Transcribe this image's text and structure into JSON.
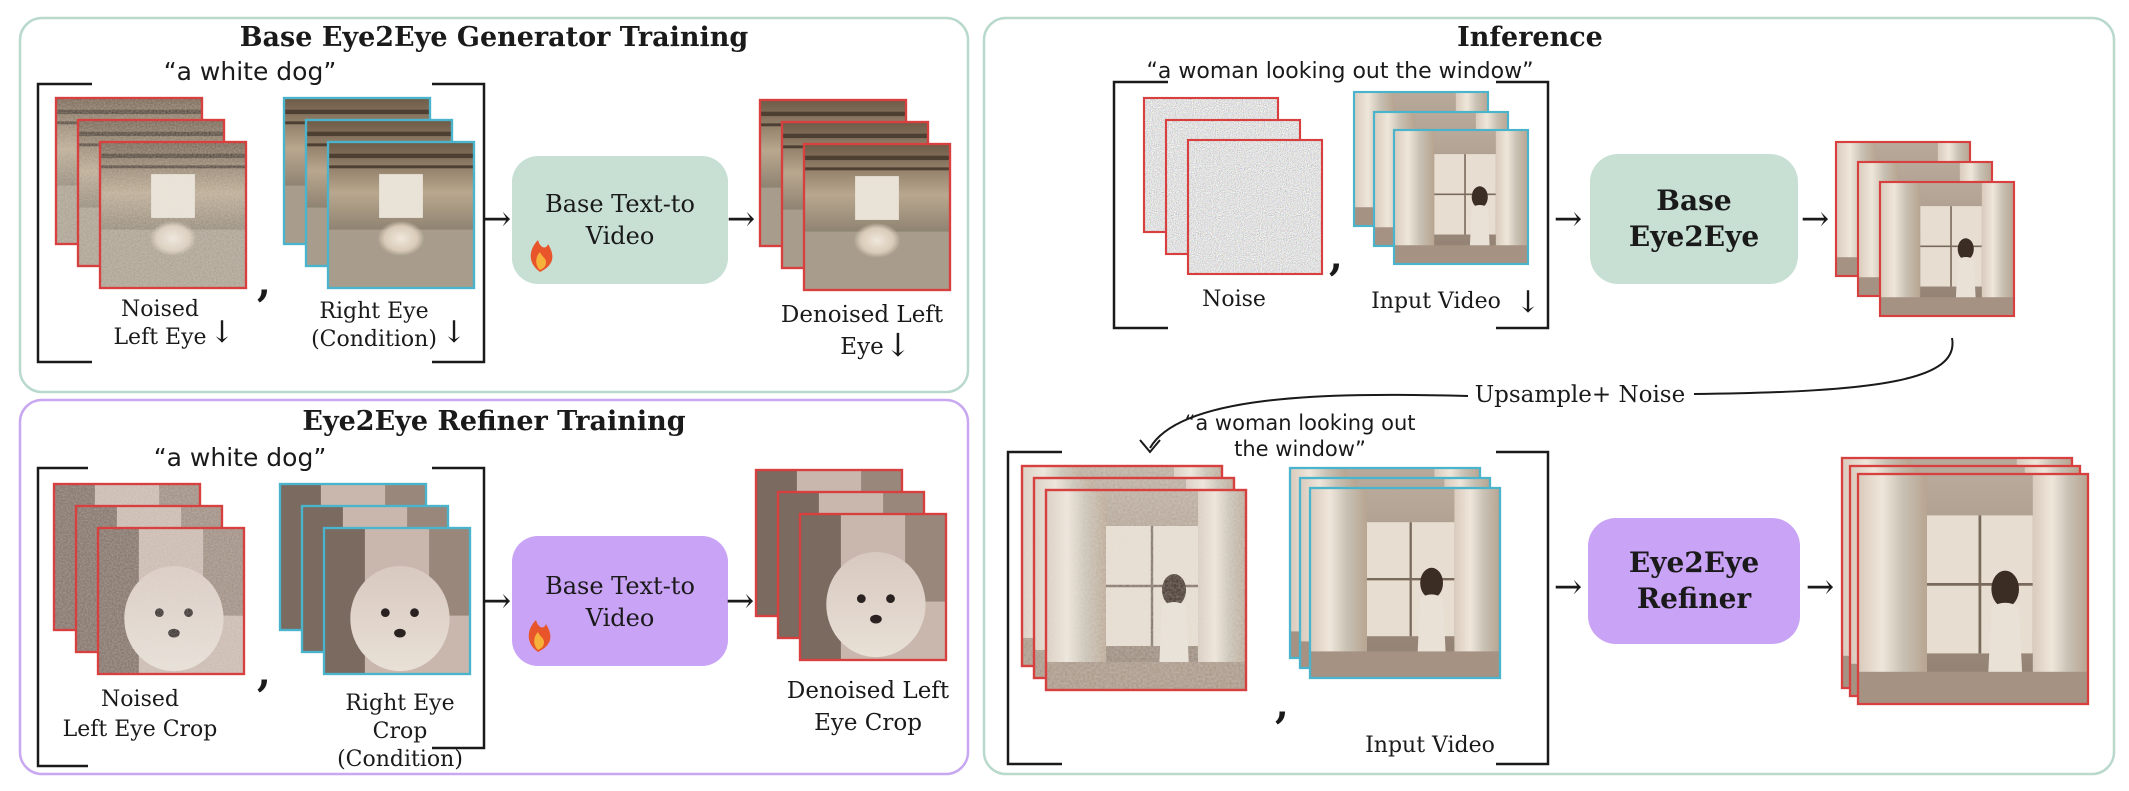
{
  "panels": {
    "base_training": {
      "title": "Base Eye2Eye Generator Training",
      "prompt": "“a white dog”",
      "noised_label_1": "Noised",
      "noised_label_2": "Left Eye",
      "cond_label_1": "Right Eye",
      "cond_label_2": "(Condition)",
      "model_label_1": "Base Text-to",
      "model_label_2": "Video",
      "output_label_1": "Denoised Left",
      "output_label_2": "Eye"
    },
    "refiner_training": {
      "title": "Eye2Eye Refiner Training",
      "prompt": "“a white dog”",
      "noised_label_1": "Noised",
      "noised_label_2": "Left Eye Crop",
      "cond_label_1": "Right Eye",
      "cond_label_2": "Crop",
      "cond_label_3": "(Condition)",
      "model_label_1": "Base Text-to",
      "model_label_2": "Video",
      "output_label_1": "Denoised Left",
      "output_label_2": "Eye Crop"
    },
    "inference": {
      "title": "Inference",
      "prompt_top": "“a woman looking out the window”",
      "noise_label": "Noise",
      "input_label": "Input Video",
      "base_model_1": "Base",
      "base_model_2": "Eye2Eye",
      "upsample_label": "Upsample+ Noise",
      "prompt_bottom_1": "“a woman looking out",
      "prompt_bottom_2": "the window”",
      "input_label_bottom": "Input Video",
      "refiner_model_1": "Eye2Eye",
      "refiner_model_2": "Refiner"
    }
  },
  "symbols": {
    "arrow": "→",
    "down_arrow": "↓",
    "comma": ","
  },
  "colors": {
    "base_panel_border": "#b9d9cc",
    "refiner_panel_border": "#c8a8f0",
    "inference_panel_border": "#b9d9cc",
    "base_model_fill": "#c7e0d3",
    "refiner_model_fill": "#c9a3f5",
    "noised_frame_border": "#d84040",
    "condition_frame_border": "#4ab4cc"
  },
  "icons": {
    "trainable": "fire-icon"
  }
}
